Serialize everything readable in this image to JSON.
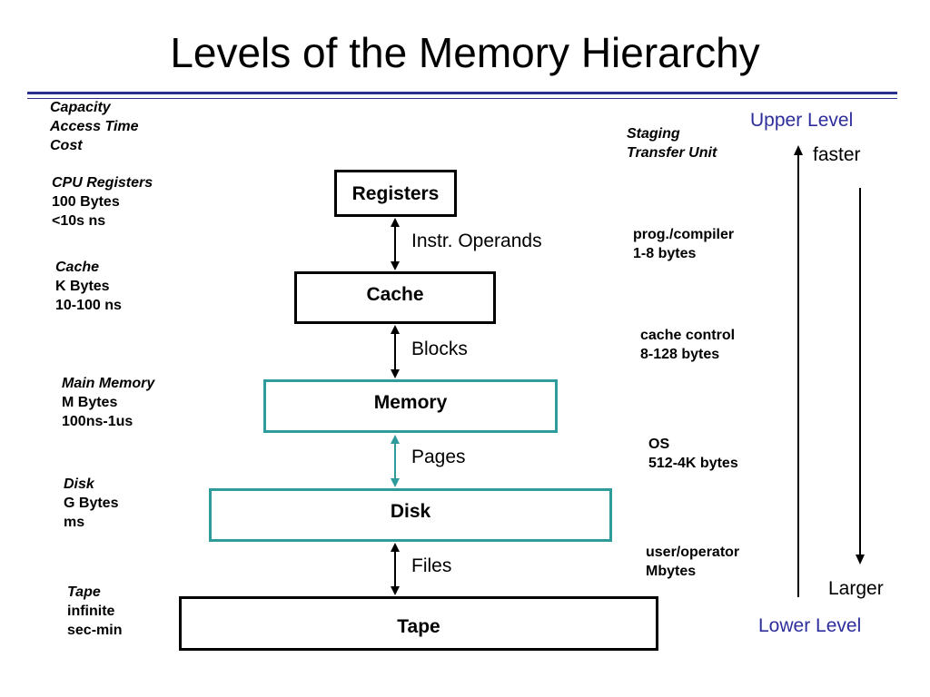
{
  "title": "Levels of the Memory Hierarchy",
  "left_header": {
    "line1": "Capacity",
    "line2": "Access Time",
    "line3": "Cost"
  },
  "right_header": {
    "line1": "Staging",
    "line2": "Transfer Unit"
  },
  "levels": [
    {
      "name": "CPU Registers",
      "capacity": "100 Bytes",
      "access": "<10s ns",
      "box": "Registers",
      "border": "black"
    },
    {
      "name": "Cache",
      "capacity": "K Bytes",
      "access": "10-100 ns",
      "box": "Cache",
      "border": "black"
    },
    {
      "name": "Main Memory",
      "capacity": "M Bytes",
      "access": "100ns-1us",
      "box": "Memory",
      "border": "teal"
    },
    {
      "name": "Disk",
      "capacity": "G Bytes",
      "access": "ms",
      "box": "Disk",
      "border": "teal"
    },
    {
      "name": "Tape",
      "capacity": "infinite",
      "access": "sec-min",
      "box": "Tape",
      "border": "black"
    }
  ],
  "transfers": [
    {
      "unit": "Instr. Operands",
      "staging_line1": "prog./compiler",
      "staging_line2": "1-8 bytes"
    },
    {
      "unit": "Blocks",
      "staging_line1": "cache control",
      "staging_line2": "8-128 bytes"
    },
    {
      "unit": "Pages",
      "staging_line1": "OS",
      "staging_line2": "512-4K bytes"
    },
    {
      "unit": "Files",
      "staging_line1": "user/operator",
      "staging_line2": "Mbytes"
    }
  ],
  "upper_level": "Upper Level",
  "lower_level": "Lower Level",
  "faster": "faster",
  "larger": "Larger",
  "colors": {
    "rule": "#2b2f8f",
    "teal": "#2f9c9c",
    "blue_text": "#2e2e9c"
  }
}
